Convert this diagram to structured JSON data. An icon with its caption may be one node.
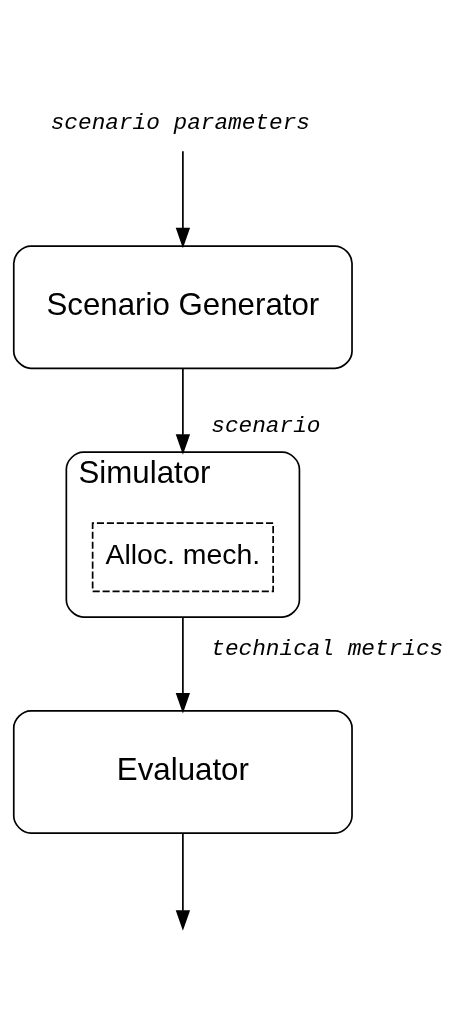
{
  "diagram": {
    "nodes": [
      {
        "text": [
          "scenario parameters"
        ]
      },
      {
        "text": [
          "Scenario Generator"
        ]
      },
      {
        "text": [
          "Simulator"
        ]
      },
      {
        "text": [
          "Alloc. mech."
        ],
        "in": 2
      },
      {
        "text": [
          "Evaluator"
        ]
      }
    ],
    "edges": [
      {
        "from": 0,
        "to": 1,
        "arrow": "to"
      },
      {
        "from": 1,
        "to": 2,
        "arrow": "to",
        "label": "scenario"
      },
      {
        "from": 2,
        "to": 4,
        "arrow": "to",
        "label": "technical metrics"
      },
      {
        "from": 4,
        "to": null,
        "arrow": "to"
      }
    ]
  }
}
